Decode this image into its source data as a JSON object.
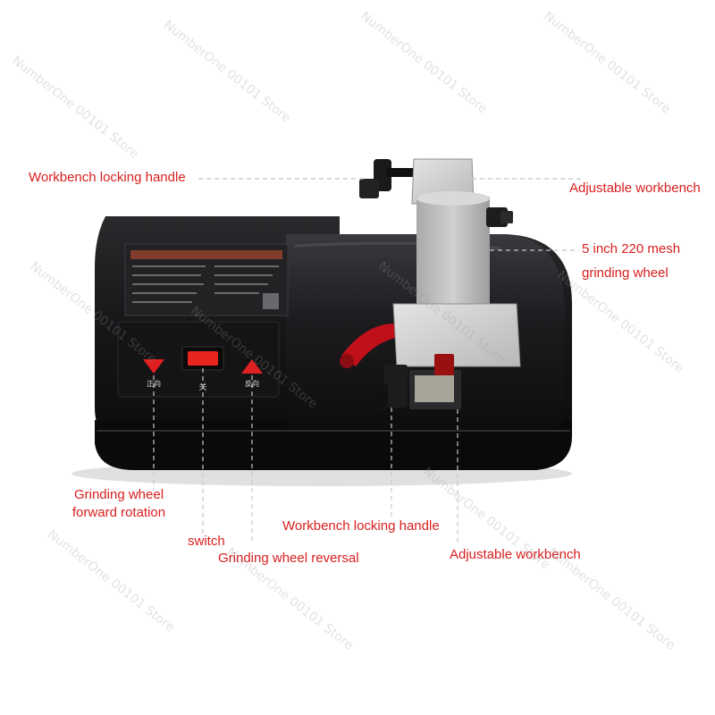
{
  "watermark": "NumberOne 00101 Store",
  "callouts": {
    "top_left_handle": "Workbench locking handle",
    "top_right_workbench": "Adjustable workbench",
    "wheel_line1": "5 inch 220 mesh",
    "wheel_line2": "grinding wheel",
    "forward_line1": "Grinding wheel",
    "forward_line2": "forward rotation",
    "switch": "switch",
    "reversal": "Grinding wheel reversal",
    "bottom_handle": "Workbench locking handle",
    "bottom_workbench": "Adjustable workbench"
  },
  "panel": {
    "forward": "正向",
    "switch": "关",
    "reverse": "反向"
  },
  "colors": {
    "callout": "#d91e1e",
    "body": "#1b1b1d",
    "arrow": "#e02020",
    "steel": "#c9c9c9"
  }
}
